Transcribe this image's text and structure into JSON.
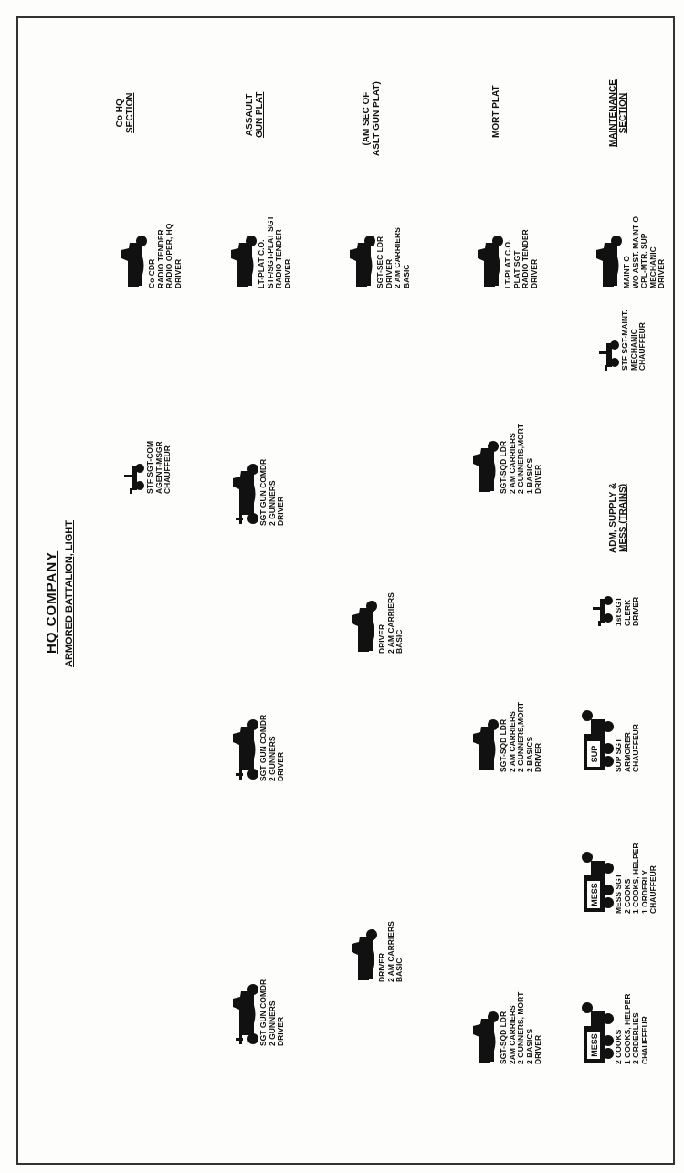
{
  "title": "HQ COMPANY",
  "subtitle": "ARMORED BATTALION, LIGHT",
  "sections": [
    {
      "id": "co-hq",
      "lines": [
        "Co HQ",
        "SECTION"
      ],
      "underline": [
        1
      ]
    },
    {
      "id": "assault",
      "lines": [
        "ASSAULT",
        "GUN PLAT"
      ],
      "underline": [
        1
      ]
    },
    {
      "id": "am-sec",
      "lines": [
        "(AM SEC OF",
        "ASLT GUN PLAT)"
      ],
      "underline": []
    },
    {
      "id": "mort",
      "lines": [
        "MORT PLAT"
      ],
      "underline": [
        0
      ]
    },
    {
      "id": "maint",
      "lines": [
        "MAINTENANCE",
        "SECTION"
      ],
      "underline": [
        0,
        1
      ]
    }
  ],
  "adm": {
    "lines": [
      "ADM, SUPPLY &",
      "MESS (TRAINS)"
    ],
    "underline": [
      1
    ]
  },
  "labels": {
    "cohq_1": [
      "Co CDR",
      "RADIO TENDER",
      "RADIO OPER, HQ",
      "DRIVER"
    ],
    "cohq_2": [
      "STF SGT-COM",
      "AGENT-MSGR",
      "CHAUFFEUR"
    ],
    "as_1": [
      "LT-PLAT C.O.",
      "STF/SGT-PLAT SGT",
      "RADIO TENDER",
      "DRIVER"
    ],
    "as_2": [
      "SGT GUN COMDR",
      "2 GUNNERS",
      "DRIVER"
    ],
    "as_3": [
      "SGT GUN COMDR",
      "2 GUNNERS",
      "DRIVER"
    ],
    "as_4": [
      "SGT GUN COMDR",
      "2 GUNNERS",
      "DRIVER"
    ],
    "am_1": [
      "SGT-SEC LDR",
      "DRIVER",
      "2 AM CARRIERS",
      "BASIC"
    ],
    "am_2": [
      "DRIVER",
      "2 AM CARRIERS",
      "BASIC"
    ],
    "am_3": [
      "DRIVER",
      "2 AM CARRIERS",
      "BASIC"
    ],
    "mort_1": [
      "LT-PLAT C.O.",
      "PLAT SGT",
      "RADIO TENDER",
      "DRIVER"
    ],
    "mort_2": [
      "SGT-SQD LDR",
      "2 AM CARRIERS",
      "2 GUNNERS,MORT",
      "1 BASICS",
      "DRIVER"
    ],
    "mort_3": [
      "SGT-SQD LDR",
      "2 AM CARRIERS",
      "2 GUNNERS,MORT",
      "2 BASICS",
      "DRIVER"
    ],
    "mort_4": [
      "SGT-SQD LDR",
      "2AM CARRIERS",
      "2 GUNNERS, MORT",
      "2 BASICS",
      "DRIVER"
    ],
    "maint_1": [
      "MAINT O",
      "WO ASST. MAINT O",
      "CPL-MTR. SUP",
      "MECHANIC",
      "DRIVER"
    ],
    "maint_2": [
      "STF SGT-MAINT.",
      "MECHANIC",
      "CHAUFFEUR"
    ],
    "adm_1": [
      "1st SGT",
      "CLERK",
      "DRIVER"
    ],
    "adm_2": [
      "SUP SGT",
      "ARMORER",
      "CHAUFFEUR"
    ],
    "adm_3": [
      "MESS SGT",
      "2 COOKS",
      "1 COOKS, HELPER",
      "1 ORDERLY",
      "CHAUFFEUR"
    ],
    "adm_4": [
      "2 COOKS",
      "1 COOKS, HELPER",
      "2 ORDERLIES",
      "CHAUFFEUR"
    ]
  },
  "badges": {
    "sup": "SUP",
    "mess1": "MESS",
    "mess2": "MESS"
  },
  "colors": {
    "ink": "#111111",
    "paper": "#fdfdfb",
    "frame": "#333333"
  }
}
